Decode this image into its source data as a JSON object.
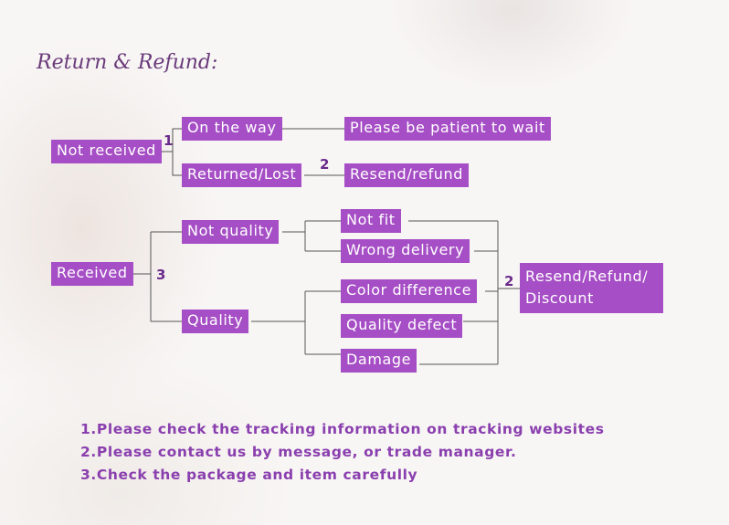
{
  "title": "Return & Refund:",
  "boxes": {
    "not_received": "Not received",
    "on_the_way": "On the way",
    "returned_lost": "Returned/Lost",
    "please_wait": "Please be patient to wait",
    "resend_refund": "Resend/refund",
    "received": "Received",
    "not_quality": "Not quality",
    "quality": "Quality",
    "not_fit": "Not fit",
    "wrong_delivery": "Wrong delivery",
    "color_difference": "Color difference",
    "quality_defect": "Quality defect",
    "damage": "Damage",
    "resend_refund_discount": "Resend/Refund/ Discount"
  },
  "markers": {
    "one": "1",
    "two_a": "2",
    "three": "3",
    "two_b": "2"
  },
  "notes": [
    "1.Please check the tracking information on tracking websites",
    "2.Please contact us by message, or trade manager.",
    "3.Check the package and item carefully"
  ],
  "colors": {
    "box": "#a64ec5",
    "title": "#6a3a7a",
    "notes": "#8a3fae",
    "markers": "#6a2a8a"
  }
}
